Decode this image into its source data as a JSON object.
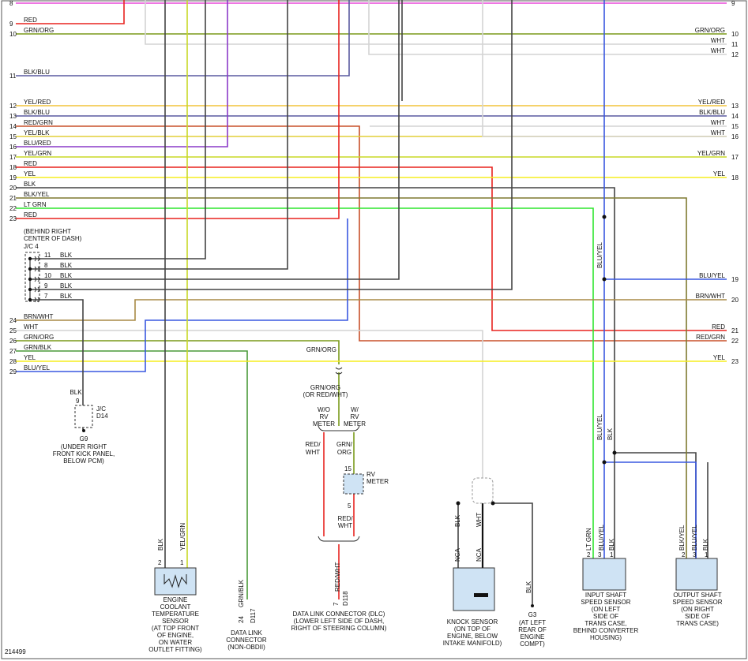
{
  "colors": {
    "WHT": "#d4d4d4",
    "RED": "#e8231f",
    "GRN/ORG": "#7a9a1a",
    "BLK/BLU": "#5a5aa0",
    "YEL/RED": "#f2c33a",
    "RED/GRN": "#c8502a",
    "YEL/BLK": "#e2cf38",
    "BLU/RED": "#8a3ac8",
    "YEL/GRN": "#c8d826",
    "YEL": "#f5ee1e",
    "BLK": "#444444",
    "BLK/YEL": "#7f7a30",
    "LT GRN": "#2ee52e",
    "BRN/WHT": "#a88a46",
    "GRN/BLK": "#4a9a3a",
    "BLU/YEL": "#3a58e0",
    "PNK": "#e84ad8"
  },
  "left_wires": [
    {
      "num": "8",
      "label": ""
    },
    {
      "num": "9",
      "label": "RED"
    },
    {
      "num": "10",
      "label": "GRN/ORG"
    },
    {
      "num": "11",
      "label": "BLK/BLU"
    },
    {
      "num": "12",
      "label": "YEL/RED"
    },
    {
      "num": "13",
      "label": "BLK/BLU"
    },
    {
      "num": "14",
      "label": "RED/GRN"
    },
    {
      "num": "15",
      "label": "YEL/BLK"
    },
    {
      "num": "16",
      "label": "BLU/RED"
    },
    {
      "num": "17",
      "label": "YEL/GRN"
    },
    {
      "num": "18",
      "label": "RED"
    },
    {
      "num": "19",
      "label": "YEL"
    },
    {
      "num": "20",
      "label": "BLK"
    },
    {
      "num": "21",
      "label": "BLK/YEL"
    },
    {
      "num": "22",
      "label": "LT GRN"
    },
    {
      "num": "23",
      "label": "RED"
    },
    {
      "num": "24",
      "label": "BRN/WHT"
    },
    {
      "num": "25",
      "label": "WHT"
    },
    {
      "num": "26",
      "label": "GRN/ORG"
    },
    {
      "num": "27",
      "label": "GRN/BLK"
    },
    {
      "num": "28",
      "label": "YEL"
    },
    {
      "num": "29",
      "label": "BLU/YEL"
    }
  ],
  "right_wires": [
    {
      "num": "9",
      "label": ""
    },
    {
      "num": "10",
      "label": "GRN/ORG"
    },
    {
      "num": "11",
      "label": "WHT"
    },
    {
      "num": "12",
      "label": "WHT"
    },
    {
      "num": "13",
      "label": "YEL/RED"
    },
    {
      "num": "14",
      "label": "BLK/BLU"
    },
    {
      "num": "15",
      "label": "WHT"
    },
    {
      "num": "16",
      "label": "WHT"
    },
    {
      "num": "17",
      "label": "YEL/GRN"
    },
    {
      "num": "18",
      "label": "YEL"
    },
    {
      "num": "19",
      "label": "BLU/YEL"
    },
    {
      "num": "20",
      "label": "BRN/WHT"
    },
    {
      "num": "21",
      "label": "RED"
    },
    {
      "num": "22",
      "label": "RED/GRN"
    },
    {
      "num": "23",
      "label": "YEL"
    }
  ],
  "jc4": {
    "title_line1": "(BEHIND RIGHT",
    "title_line2": "CENTER OF DASH)",
    "name": "J/C 4",
    "pins": [
      {
        "pin": "11",
        "wire": "BLK"
      },
      {
        "pin": "8",
        "wire": "BLK"
      },
      {
        "pin": "10",
        "wire": "BLK"
      },
      {
        "pin": "9",
        "wire": "BLK"
      },
      {
        "pin": "7",
        "wire": "BLK"
      }
    ]
  },
  "jc_d14": {
    "wire": "BLK",
    "pin": "9",
    "name_line1": "J/C",
    "name_line2": "D14",
    "ground": "G9",
    "note_line1": "(UNDER RIGHT",
    "note_line2": "FRONT KICK PANEL,",
    "note_line3": "BELOW PCM)"
  },
  "ect_sensor": {
    "wire1": "BLK",
    "wire2": "YEL/GRN",
    "pin1": "2",
    "pin2": "1",
    "lines": [
      "ENGINE",
      "COOLANT",
      "TEMPERATURE",
      "SENSOR",
      "(AT TOP FRONT",
      "OF ENGINE,",
      "ON WATER",
      "OUTLET FITTING)"
    ]
  },
  "dlc_nonobd": {
    "wire": "GRN/BLK",
    "pin": "24",
    "conn": "D117",
    "lines": [
      "DATA LINK",
      "CONNECTOR",
      "(NON-OBDII)"
    ]
  },
  "dlc": {
    "top_wire": "GRN/ORG",
    "top_note_line1": "GRN/ORG",
    "top_note_line2": "(OR RED/WHT)",
    "wo_line1": "W/O",
    "wo_line2": "RV",
    "wo_line3": "METER",
    "w_line1": "W/",
    "w_line2": "RV",
    "w_line3": "METER",
    "left_wire_line1": "RED/",
    "left_wire_line2": "WHT",
    "right_wire_line1": "GRN/",
    "right_wire_line2": "ORG",
    "rv_pin_top": "15",
    "rv_pin_bottom": "5",
    "rv_label1": "RV",
    "rv_label2": "METER",
    "rv_out_line1": "RED/",
    "rv_out_line2": "WHT",
    "bottom_wire": "RED/WHT",
    "pin": "7",
    "conn": "D118",
    "lines": [
      "DATA LINK CONNECTOR (DLC)",
      "(LOWER LEFT SIDE OF DASH,",
      "RIGHT OF STEERING COLUMN)"
    ]
  },
  "knock": {
    "wire_left": "BLK",
    "wire_right": "WHT",
    "nca1": "NCA",
    "nca2": "NCA",
    "lines": [
      "KNOCK SENSOR",
      "(ON TOP OF",
      "ENGINE, BELOW",
      "INTAKE MANIFOLD)"
    ]
  },
  "g3": {
    "wire": "BLK",
    "name": "G3",
    "lines": [
      "(AT LEFT",
      "REAR OF",
      "ENGINE",
      "COMPT)"
    ]
  },
  "iss": {
    "wires": [
      "LT GRN",
      "BLU/YEL",
      "BLK"
    ],
    "pins": [
      "2",
      "3",
      "1"
    ],
    "lines": [
      "INPUT SHAFT",
      "SPEED SENSOR",
      "(ON LEFT",
      "SIDE OF",
      "TRANS CASE,",
      "BEHIND CONVERTER",
      "HOUSING)"
    ]
  },
  "oss": {
    "wires": [
      "BLK/YEL",
      "BLU/YEL",
      "BLK"
    ],
    "pins": [
      "2",
      "3",
      "1"
    ],
    "lines": [
      "OUTPUT SHAFT",
      "SPEED SENSOR",
      "(ON RIGHT",
      "SIDE OF",
      "TRANS CASE)"
    ]
  },
  "vertical_labels": {
    "bluyel_upper": "BLU/YEL",
    "bluyel_lower": "BLU/YEL",
    "blk_lower": "BLK"
  },
  "figure_id": "214499"
}
